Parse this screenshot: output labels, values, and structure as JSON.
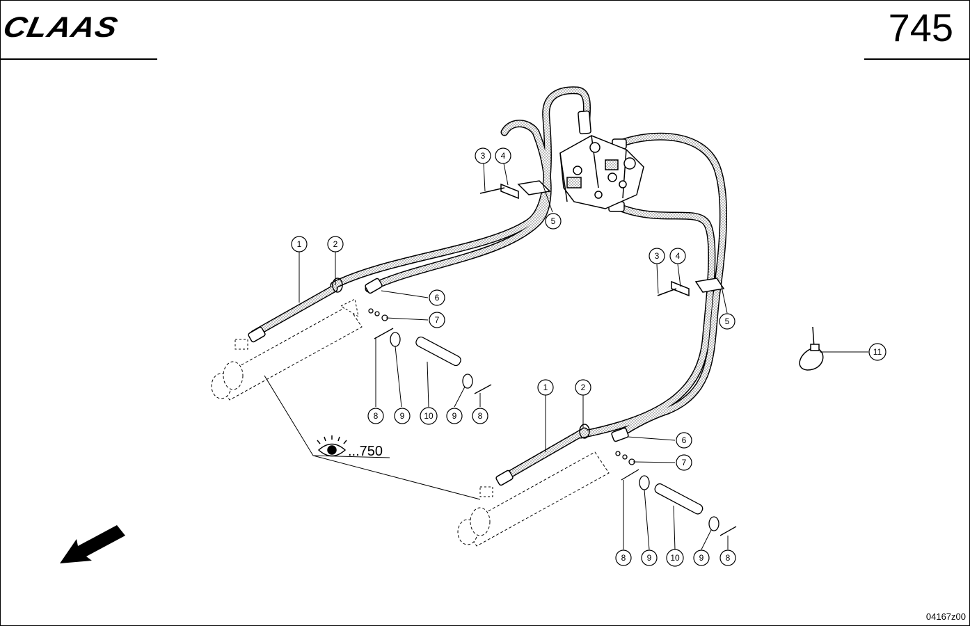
{
  "header": {
    "brand_logo": "CLAAS",
    "page_number": "745"
  },
  "footer": {
    "drawing_code": "04167z00"
  },
  "reference": {
    "text": "...750"
  },
  "callouts": [
    {
      "id": "c-1a",
      "label": "1"
    },
    {
      "id": "c-2a",
      "label": "2"
    },
    {
      "id": "c-3a",
      "label": "3"
    },
    {
      "id": "c-4a",
      "label": "4"
    },
    {
      "id": "c-5a",
      "label": "5"
    },
    {
      "id": "c-6a",
      "label": "6"
    },
    {
      "id": "c-7a",
      "label": "7"
    },
    {
      "id": "c-8a",
      "label": "8"
    },
    {
      "id": "c-9a",
      "label": "9"
    },
    {
      "id": "c-10a",
      "label": "10"
    },
    {
      "id": "c-9b",
      "label": "9"
    },
    {
      "id": "c-8b",
      "label": "8"
    },
    {
      "id": "c-3b",
      "label": "3"
    },
    {
      "id": "c-4b",
      "label": "4"
    },
    {
      "id": "c-5b",
      "label": "5"
    },
    {
      "id": "c-11",
      "label": "11"
    },
    {
      "id": "c-1b",
      "label": "1"
    },
    {
      "id": "c-2b",
      "label": "2"
    },
    {
      "id": "c-6b",
      "label": "6"
    },
    {
      "id": "c-7b",
      "label": "7"
    },
    {
      "id": "c-8c",
      "label": "8"
    },
    {
      "id": "c-9c",
      "label": "9"
    },
    {
      "id": "c-10b",
      "label": "10"
    },
    {
      "id": "c-9d",
      "label": "9"
    },
    {
      "id": "c-8d",
      "label": "8"
    }
  ]
}
